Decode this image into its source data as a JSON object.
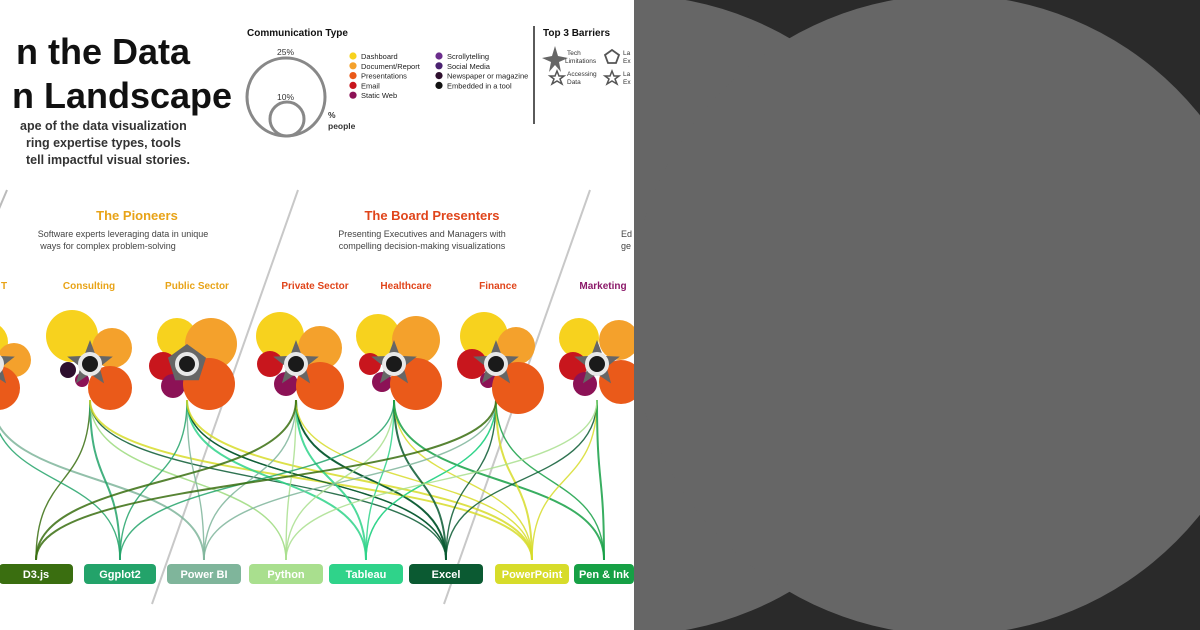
{
  "title": {
    "line1": "n the Data",
    "line2": "n Landscape",
    "desc1": "ape of the data visualization",
    "desc2": "ring expertise types, tools",
    "desc3": "tell impactful visual stories."
  },
  "comm_legend": {
    "title": "Communication Type",
    "pct_25": "25%",
    "pct_10": "10%",
    "unit_line1": "%",
    "unit_line2": "people",
    "items": [
      {
        "label": "Dashboard",
        "color": "#f7d21e"
      },
      {
        "label": "Document/Report",
        "color": "#f4a12c"
      },
      {
        "label": "Presentations",
        "color": "#ea5a1a"
      },
      {
        "label": "Email",
        "color": "#c8161d"
      },
      {
        "label": "Static Web",
        "color": "#8c1256"
      },
      {
        "label": "Scrollytelling",
        "color": "#6b2d8c"
      },
      {
        "label": "Social Media",
        "color": "#4a2170"
      },
      {
        "label": "Newspaper or magazine",
        "color": "#2e0f2e"
      },
      {
        "label": "Embedded in a tool",
        "color": "#111111"
      }
    ]
  },
  "barriers": {
    "title": "Top 3 Barriers",
    "items": [
      {
        "label_line1": "Tech",
        "label_line2": "Limitations",
        "icon": "star-burst-icon"
      },
      {
        "label_line1": "Accessing",
        "label_line2": "Data",
        "icon": "star-outline-icon"
      },
      {
        "label_line1": "La",
        "label_line2": "Ex",
        "icon": "pentagon-outline-icon"
      },
      {
        "label_line1": "La",
        "label_line2": "Ex",
        "icon": "star-outline-icon"
      }
    ]
  },
  "groups": [
    {
      "title": "The Pioneers",
      "desc_line1": "Software experts leveraging data in unique",
      "desc_line2": "ways for complex problem-solving",
      "color": "#e8a317"
    },
    {
      "title": "The Board Presenters",
      "desc_line1": "Presenting Executives and Managers with",
      "desc_line2": "compelling decision-making visualizations",
      "color": "#e0451b"
    },
    {
      "title": "",
      "desc_line1": "Ed",
      "desc_line2": "ge",
      "color": "#8c1a6a"
    }
  ],
  "sectors": [
    {
      "label": "T",
      "color": "#e8a317"
    },
    {
      "label": "Consulting",
      "color": "#e8a317"
    },
    {
      "label": "Public Sector",
      "color": "#e8a317"
    },
    {
      "label": "Private Sector",
      "color": "#e0451b"
    },
    {
      "label": "Healthcare",
      "color": "#e0451b"
    },
    {
      "label": "Finance",
      "color": "#e0451b"
    },
    {
      "label": "Marketing",
      "color": "#8c1a6a"
    }
  ],
  "tools": [
    {
      "label": "D3.js",
      "color": "#3a6e10"
    },
    {
      "label": "Ggplot2",
      "color": "#23a36a"
    },
    {
      "label": "Power BI",
      "color": "#7fb59b"
    },
    {
      "label": "Python",
      "color": "#a9df8e"
    },
    {
      "label": "Tableau",
      "color": "#2fd38a"
    },
    {
      "label": "Excel",
      "color": "#0b5a32"
    },
    {
      "label": "PowerPoint",
      "color": "#d7dc2a"
    },
    {
      "label": "Pen & Ink",
      "color": "#16a045"
    }
  ]
}
